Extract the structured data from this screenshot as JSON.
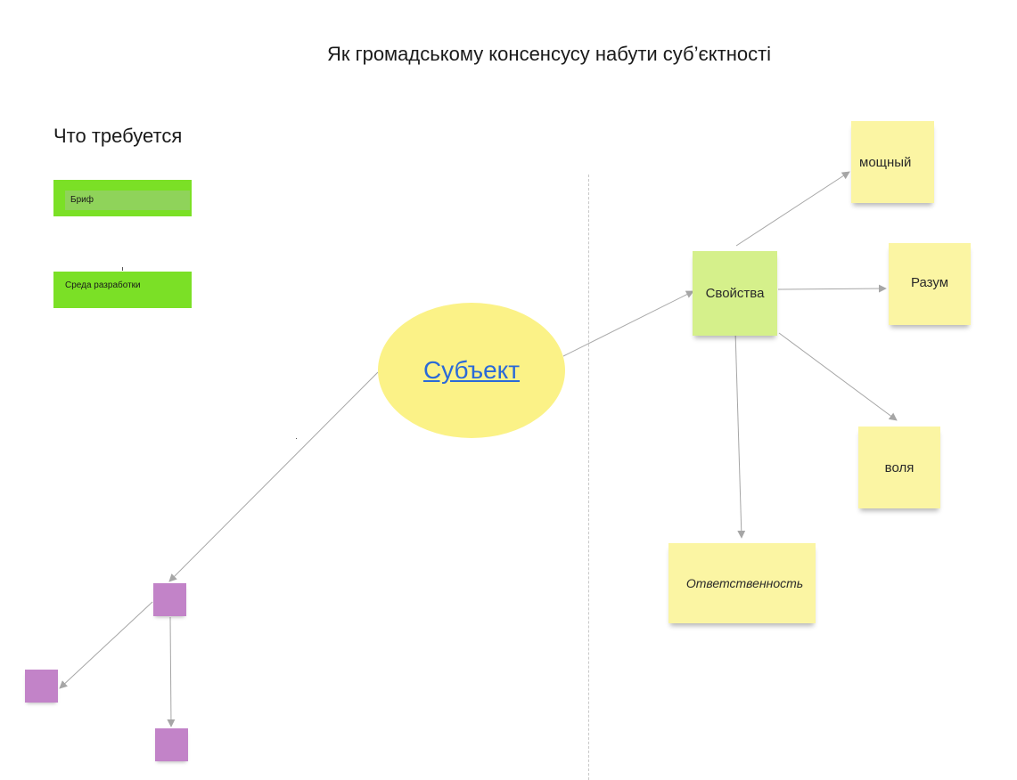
{
  "board": {
    "title": "Як громадському консенсусу набути суб’єктності",
    "section_heading": "Что требуется"
  },
  "green_cards": [
    {
      "label": "Бриф"
    },
    {
      "label": "Среда разработки"
    }
  ],
  "center_node": {
    "label": "Субъект"
  },
  "properties_node": {
    "label": "Свойства"
  },
  "property_notes": [
    {
      "label": "мощный"
    },
    {
      "label": "Разум"
    },
    {
      "label": "воля"
    },
    {
      "label": "Ответственность"
    }
  ],
  "colors": {
    "green_card": "#7be026",
    "yellow_note": "#fbf5a3",
    "lime_note": "#d5f08b",
    "purple_note": "#c283c8",
    "ellipse": "#fbf287",
    "link": "#2a6ad8",
    "connector": "#a6a6a6"
  }
}
